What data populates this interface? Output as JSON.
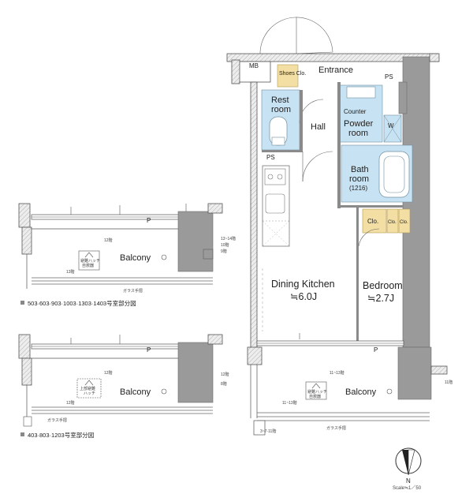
{
  "rooms": {
    "mb": "MB",
    "shoes": "Shoes Clo.",
    "entrance": "Entrance",
    "ps_top": "PS",
    "rest_room_1": "Rest",
    "rest_room_2": "room",
    "counter": "Counter",
    "powder_1": "Powder",
    "powder_2": "room",
    "w": "W",
    "hall": "Hall",
    "ps_mid": "PS",
    "bath_1": "Bath",
    "bath_2": "room",
    "bath_3": "(1216)",
    "clo_1": "Clo.",
    "clo_2": "Clo.",
    "clo_3": "Clo.",
    "dk_1": "Dining Kitchen",
    "dk_2": "≒6.0J",
    "bed_1": "Bedroom",
    "bed_2": "≒2.7J",
    "p_main": "P",
    "balcony_main": "Balcony"
  },
  "main_balcony": {
    "hatch": "避難ハッチ",
    "hatch2": "自救器",
    "floors_left": "11~13階",
    "floors_top": "11~13階",
    "floors_right": "11階",
    "floors_bottom": "3~7·11階",
    "glass_rail": "ガラス手摺"
  },
  "partial1": {
    "p": "P",
    "balcony": "Balcony",
    "floors_top": "12階",
    "floors_r1": "13~14階",
    "floors_r2": "10階",
    "floors_r3": "9階",
    "floors_left": "13階",
    "hatch": "避難ハッチ",
    "hatch2": "自救器",
    "glass_rail": "ガラス手摺",
    "caption": "503·603·903·1003·1303·1403号室部分図"
  },
  "partial2": {
    "p": "P",
    "balcony": "Balcony",
    "floors_top": "12階",
    "floors_r1": "12階",
    "floors_r2": "8階",
    "floors_left": "12階",
    "hatch": "上部避難",
    "hatch2": "ハッチ",
    "glass_rail": "ガラス手摺",
    "caption": "403·803·1203号室部分図"
  },
  "compass": {
    "n": "N",
    "scale": "Scale≒1／50"
  },
  "colors": {
    "wet_area": "#c7e3f3",
    "closet": "#f3dfa4",
    "wall": "#9a9a9a"
  }
}
